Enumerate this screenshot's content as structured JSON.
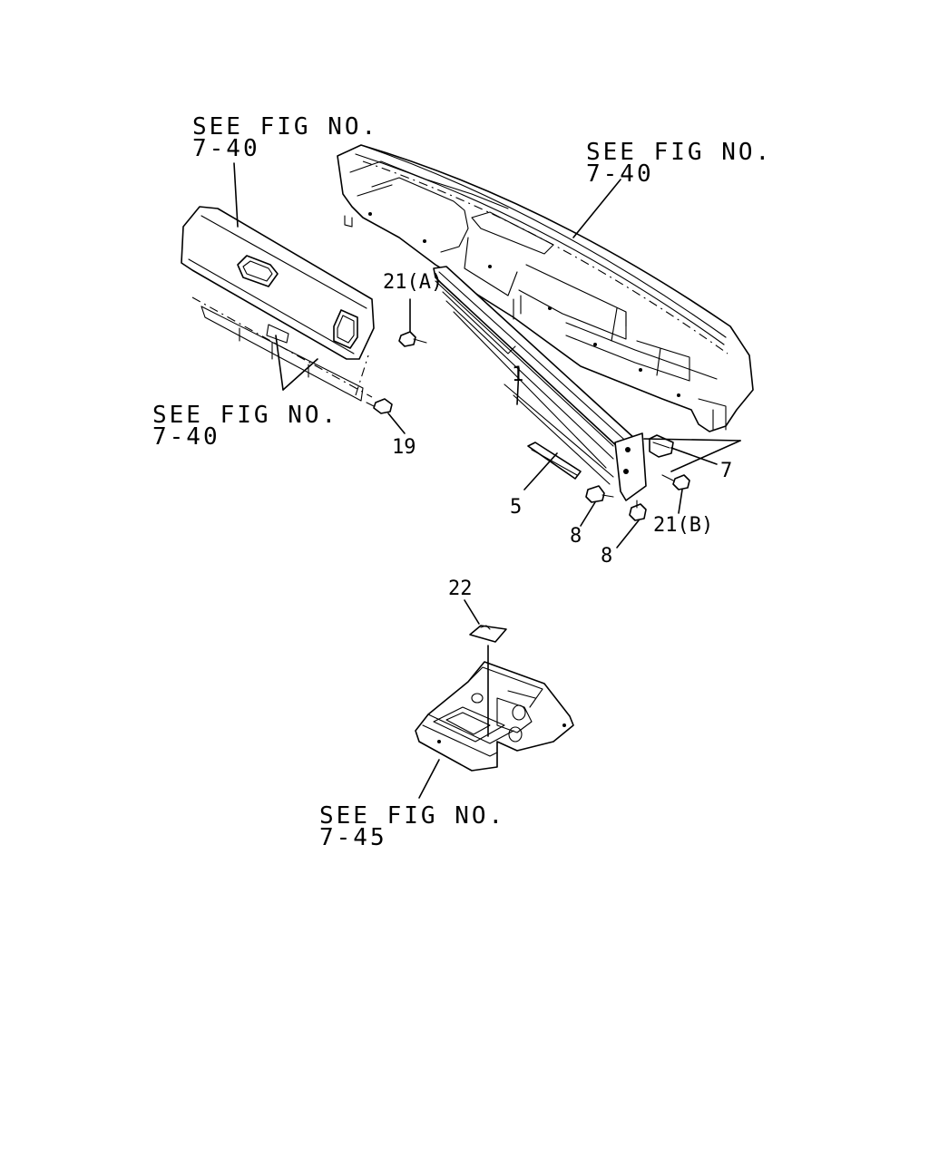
{
  "references": {
    "fig_top_left": {
      "line1": "SEE FIG NO.",
      "line2": "7-40"
    },
    "fig_top_right": {
      "line1": "SEE FIG NO.",
      "line2": "7-40"
    },
    "fig_mid_left": {
      "line1": "SEE FIG NO.",
      "line2": "7-40"
    },
    "fig_bottom": {
      "line1": "SEE FIG NO.",
      "line2": "7-45"
    }
  },
  "callouts": {
    "p1": "1",
    "p5": "5",
    "p7": "7",
    "p8a": "8",
    "p8b": "8",
    "p19": "19",
    "p21a": "21(A)",
    "p21b": "21(B)",
    "p22": "22"
  }
}
